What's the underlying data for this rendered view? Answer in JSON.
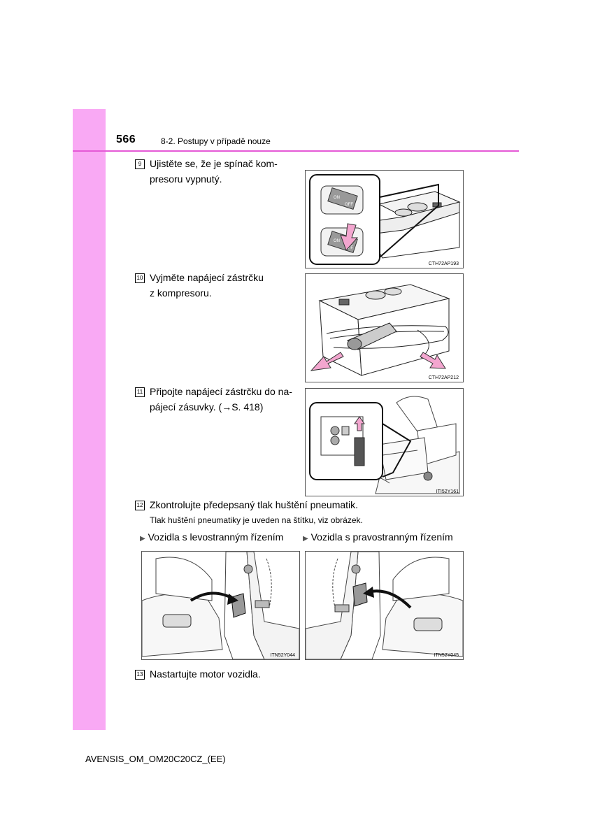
{
  "header": {
    "page_number": "566",
    "chapter": "8-2. Postupy v případě nouze"
  },
  "steps": [
    {
      "num": "9",
      "text_line1": "Ujistěte se, že je spínač kom-",
      "text_line2": "presoru vypnutý.",
      "figure_code": "CTH72AP193",
      "switch_on": "ON",
      "switch_off": "OFF"
    },
    {
      "num": "10",
      "text_line1": "Vyjměte napájecí zástrčku",
      "text_line2": "z kompresoru.",
      "figure_code": "CTH72AP212"
    },
    {
      "num": "11",
      "text_line1": "Připojte napájecí zástrčku do na-",
      "text_line2": "pájecí zásuvky. (→S. 418)",
      "figure_code": "ITI52Y161"
    },
    {
      "num": "12",
      "text_line1": "Zkontrolujte předepsaný tlak huštění pneumatik.",
      "note": "Tlak huštění pneumatiky je uveden na štítku, viz obrázek.",
      "left_label": "Vozidla s levostranným řízením",
      "right_label": "Vozidla s pravostranným řízením",
      "left_figure_code": "ITN52Y044",
      "right_figure_code": "ITN52Y045"
    },
    {
      "num": "13",
      "text_line1": "Nastartujte motor vozidla."
    }
  ],
  "footer": {
    "doc_code": "AVENSIS_OM_OM20C20CZ_(EE)"
  },
  "colors": {
    "accent": "#e55ad6",
    "tab": "#f9a9f4",
    "arrow_fill": "#f3a6cf"
  }
}
